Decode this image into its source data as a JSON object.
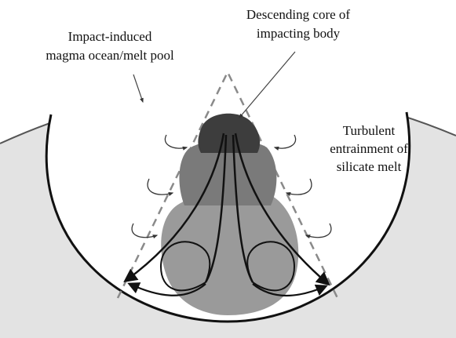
{
  "labels": {
    "magma_line1": "Impact-induced",
    "magma_line2": "magma ocean/melt pool",
    "core_line1": "Descending core of",
    "core_line2": "impacting body",
    "entrain_line1": "Turbulent",
    "entrain_line2": "entrainment of",
    "entrain_line3": "silicate melt"
  },
  "colors": {
    "mantle_fill": "#e3e3e3",
    "melt_pool_fill": "#ffffff",
    "core_dark": "#3d3d3d",
    "core_mid": "#7a7a7a",
    "plume_light": "#9a9a9a",
    "cone_dash": "#8a8a8a",
    "stroke": "#111111"
  }
}
